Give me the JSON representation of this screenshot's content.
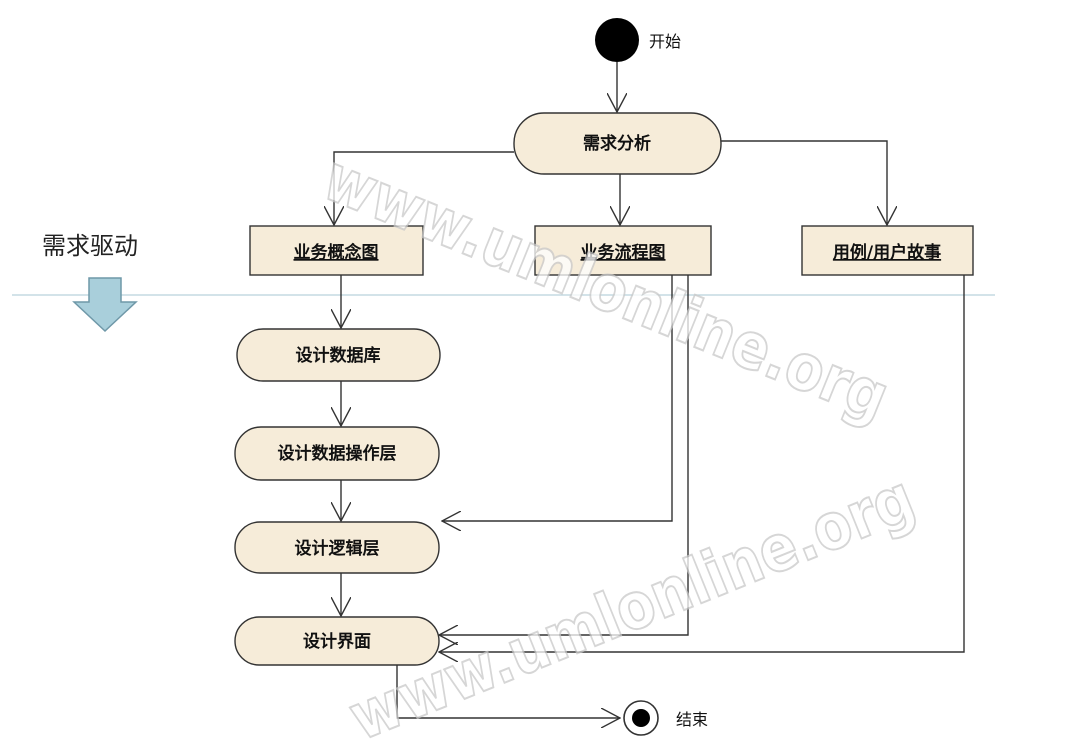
{
  "start": {
    "label": "开始"
  },
  "end": {
    "label": "结束"
  },
  "side_note": {
    "label": "需求驱动"
  },
  "nodes": {
    "req_analysis": "需求分析",
    "biz_concept": "业务概念图",
    "biz_process": "业务流程图",
    "use_case": "用例/用户故事",
    "design_db": "设计数据库",
    "design_data_layer": "设计数据操作层",
    "design_logic": "设计逻辑层",
    "design_ui": "设计界面"
  },
  "watermark": {
    "text": "www.umlonline.org"
  },
  "colors": {
    "node_fill": "#f6ecd9",
    "line": "#333333",
    "divider": "#b9d2dc",
    "side_arrow_fill": "#a9cfdb",
    "side_arrow_stroke": "#6f98a8"
  }
}
